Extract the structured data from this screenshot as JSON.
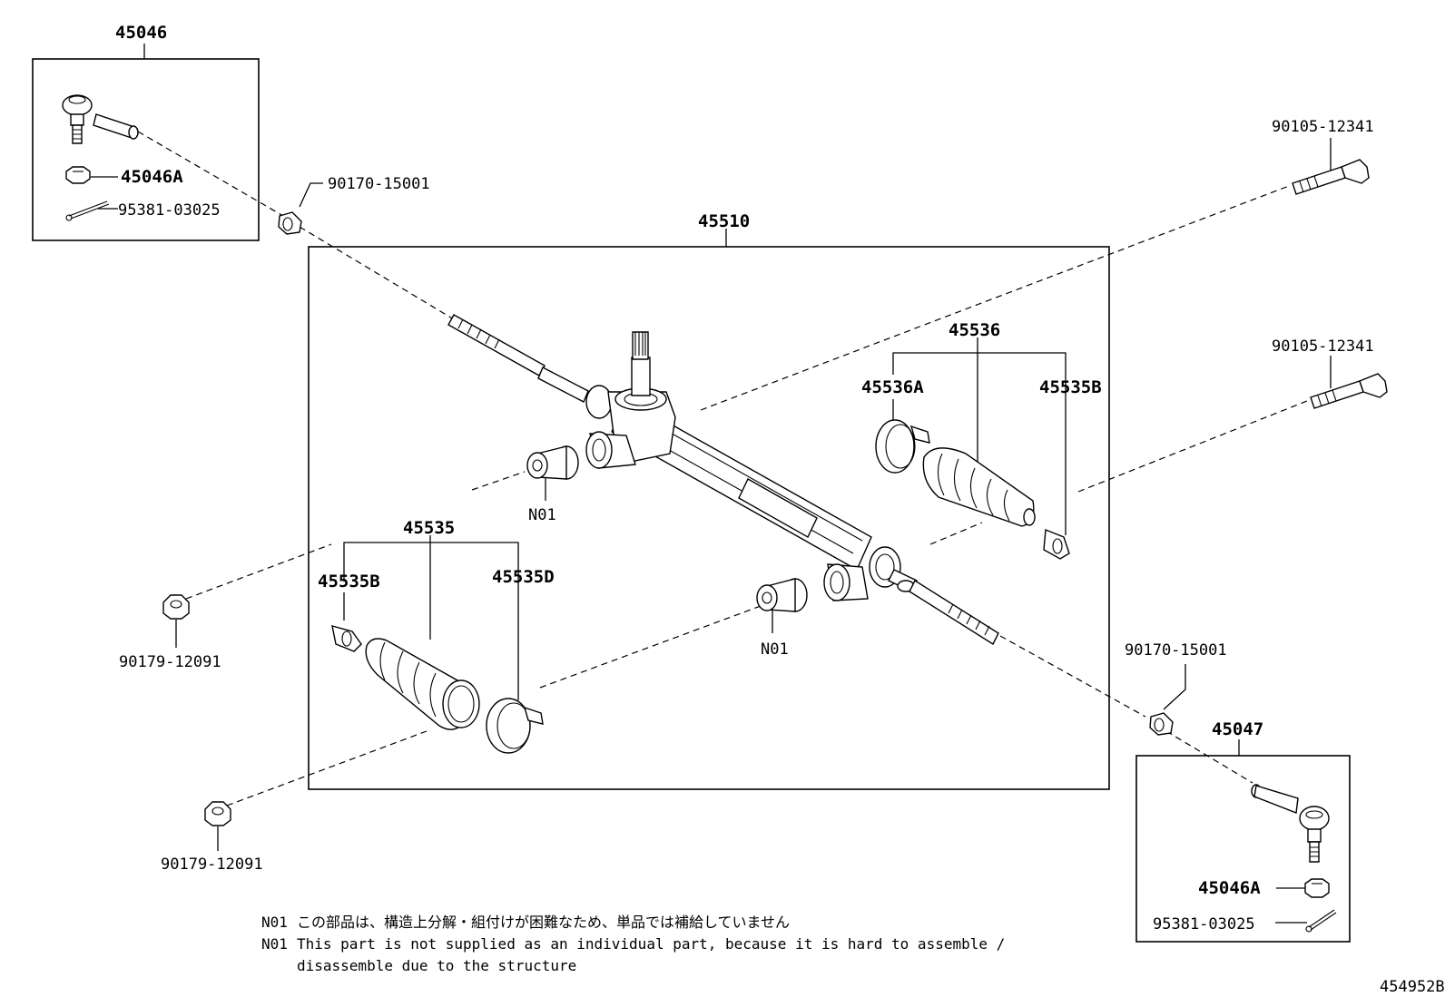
{
  "labels": {
    "tie_rod_end_lh": "45046",
    "nut_lh": "45046A",
    "cotter_pin_lh": "95381-03025",
    "bushing_upper": "90170-15001",
    "gear_assembly": "45510",
    "bolt_upper": "90105-12341",
    "bolt_middle": "90105-12341",
    "boot_set_rh": "45536",
    "clamp_rh_a": "45536A",
    "clip_rh_b": "45535B",
    "boot_set_lh": "45535",
    "clip_lh_b": "45535B",
    "clamp_lh_d": "45535D",
    "grommet_upper": "N01",
    "grommet_lower": "N01",
    "nut_left_upper": "90179-12091",
    "nut_left_lower": "90179-12091",
    "bushing_lower": "90170-15001",
    "tie_rod_end_rh": "45047",
    "nut_rh": "45046A",
    "cotter_pin_rh": "95381-03025",
    "figure_code": "454952B"
  },
  "notes": {
    "jp_code": "N01",
    "jp_text": "この部品は、構造上分解・組付けが困難なため、単品では補給していません",
    "en_code": "N01",
    "en_line1": "This part is not supplied as an individual part, because it is hard to assemble /",
    "en_line2": "disassemble due to the structure"
  }
}
